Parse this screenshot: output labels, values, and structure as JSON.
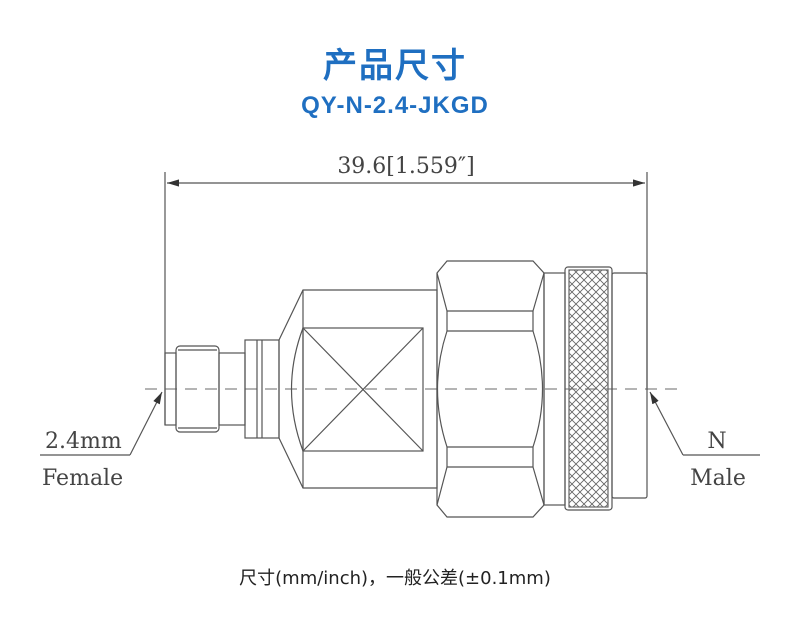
{
  "title": "产品尺寸",
  "model": "QY-N-2.4-JKGD",
  "drawing": {
    "overall_length": "39.6[1.559″]",
    "left_end": {
      "size": "2.4mm",
      "gender": "Female"
    },
    "right_end": {
      "size": "N",
      "gender": "Male"
    }
  },
  "footer_note": "尺寸(mm/inch)，一般公差(±0.1mm)"
}
